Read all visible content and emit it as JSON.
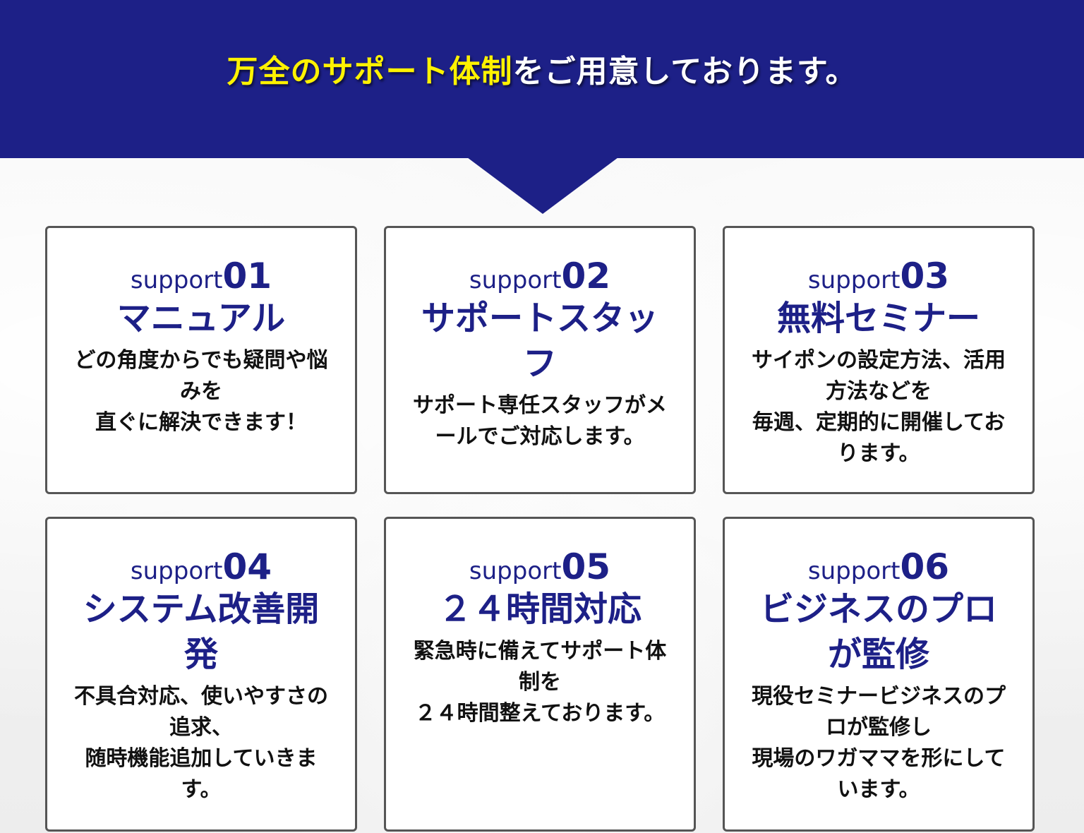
{
  "header": {
    "headline_highlight": "万全のサポート体制",
    "headline_rest": "をご用意しております。"
  },
  "supports": [
    {
      "prefix": "support",
      "number": "01",
      "title": "マニュアル",
      "desc": "どの角度からでも疑問や悩みを\n直ぐに解決できます！"
    },
    {
      "prefix": "support",
      "number": "02",
      "title": "サポートスタッフ",
      "desc": "サポート専任スタッフがメールでご対応します。"
    },
    {
      "prefix": "support",
      "number": "03",
      "title": "無料セミナー",
      "desc": "サイポンの設定方法、活用方法などを\n毎週、定期的に開催しております。"
    },
    {
      "prefix": "support",
      "number": "04",
      "title": "システム改善開発",
      "desc": "不具合対応、使いやすさの追求、\n随時機能追加していきます。"
    },
    {
      "prefix": "support",
      "number": "05",
      "title": "２４時間対応",
      "desc": "緊急時に備えてサポート体制を\n２４時間整えております。"
    },
    {
      "prefix": "support",
      "number": "06",
      "title": "ビジネスのプロが監修",
      "desc": "現役セミナービジネスのプロが監修し\n現場のワガママを形にしています。"
    }
  ]
}
